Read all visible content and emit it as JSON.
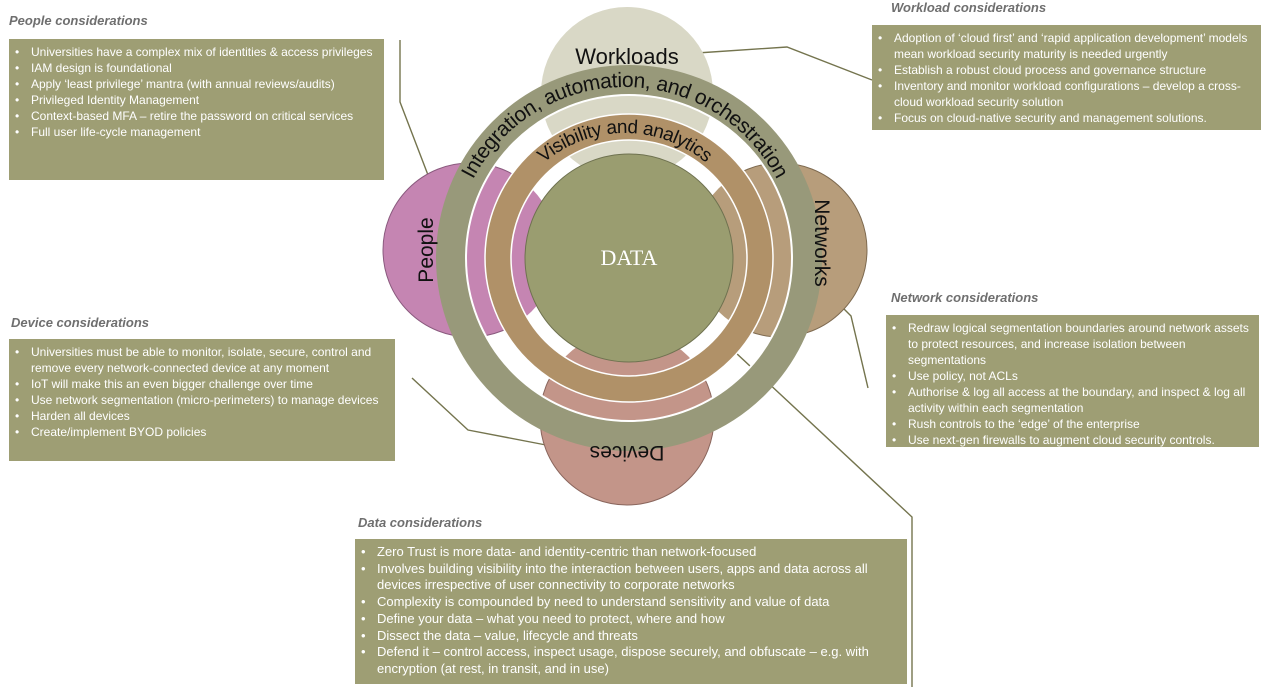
{
  "diagram": {
    "center": "DATA",
    "outer_ring": "Integration, automation, and orchestration",
    "inner_ring": "Visibility and analytics",
    "petals": {
      "workloads": "Workloads",
      "people": "People",
      "networks": "Networks",
      "devices": "Devices"
    }
  },
  "colors": {
    "panel": "#9e9e74",
    "outer_ring": "#98997a",
    "inner_ring": "#b09168",
    "center": "#9a9d70",
    "workloads": "#d9d8c6",
    "people": "#c585b2",
    "networks": "#b79d7b",
    "devices": "#c39589"
  },
  "sections": {
    "people": {
      "heading": "People considerations",
      "items": [
        "Universities have a complex mix of identities & access privileges",
        "IAM design is foundational",
        "Apply ‘least privilege’ mantra (with annual reviews/audits)",
        "Privileged Identity Management",
        "Context-based MFA – retire the password on critical services",
        "Full user life-cycle management"
      ]
    },
    "workload": {
      "heading": "Workload considerations",
      "items": [
        "Adoption of ‘cloud first’ and ‘rapid application development’ models mean workload security maturity is needed urgently",
        "Establish a robust cloud process and governance structure",
        "Inventory and monitor workload configurations – develop a cross-cloud workload security solution",
        "Focus on cloud-native security and management solutions."
      ]
    },
    "device": {
      "heading": "Device considerations",
      "items": [
        "Universities must be able to monitor, isolate, secure, control and remove every network-connected device at any moment",
        "IoT will make this an even bigger challenge over time",
        "Use network segmentation (micro-perimeters) to manage devices",
        "Harden all devices",
        "Create/implement BYOD policies"
      ]
    },
    "network": {
      "heading": "Network considerations",
      "items": [
        "Redraw logical segmentation boundaries around network assets to protect resources, and increase isolation between segmentations",
        "Use policy, not ACLs",
        "Authorise & log all access at the boundary, and inspect & log all activity within each segmentation",
        "Rush controls to the ‘edge’ of the enterprise",
        "Use next-gen firewalls to augment cloud security controls."
      ]
    },
    "data": {
      "heading": "Data considerations",
      "items": [
        "Zero Trust is more data- and identity-centric than network-focused",
        "Involves building visibility into the interaction between users, apps and data across all devices irrespective of user connectivity to corporate networks",
        "Complexity is compounded by need to understand sensitivity and value of data",
        "Define your data – what you need to protect, where and how",
        "Dissect the data – value, lifecycle and threats",
        "Defend it – control access, inspect usage, dispose securely, and obfuscate – e.g. with encryption (at rest, in transit, and in use)"
      ]
    }
  }
}
